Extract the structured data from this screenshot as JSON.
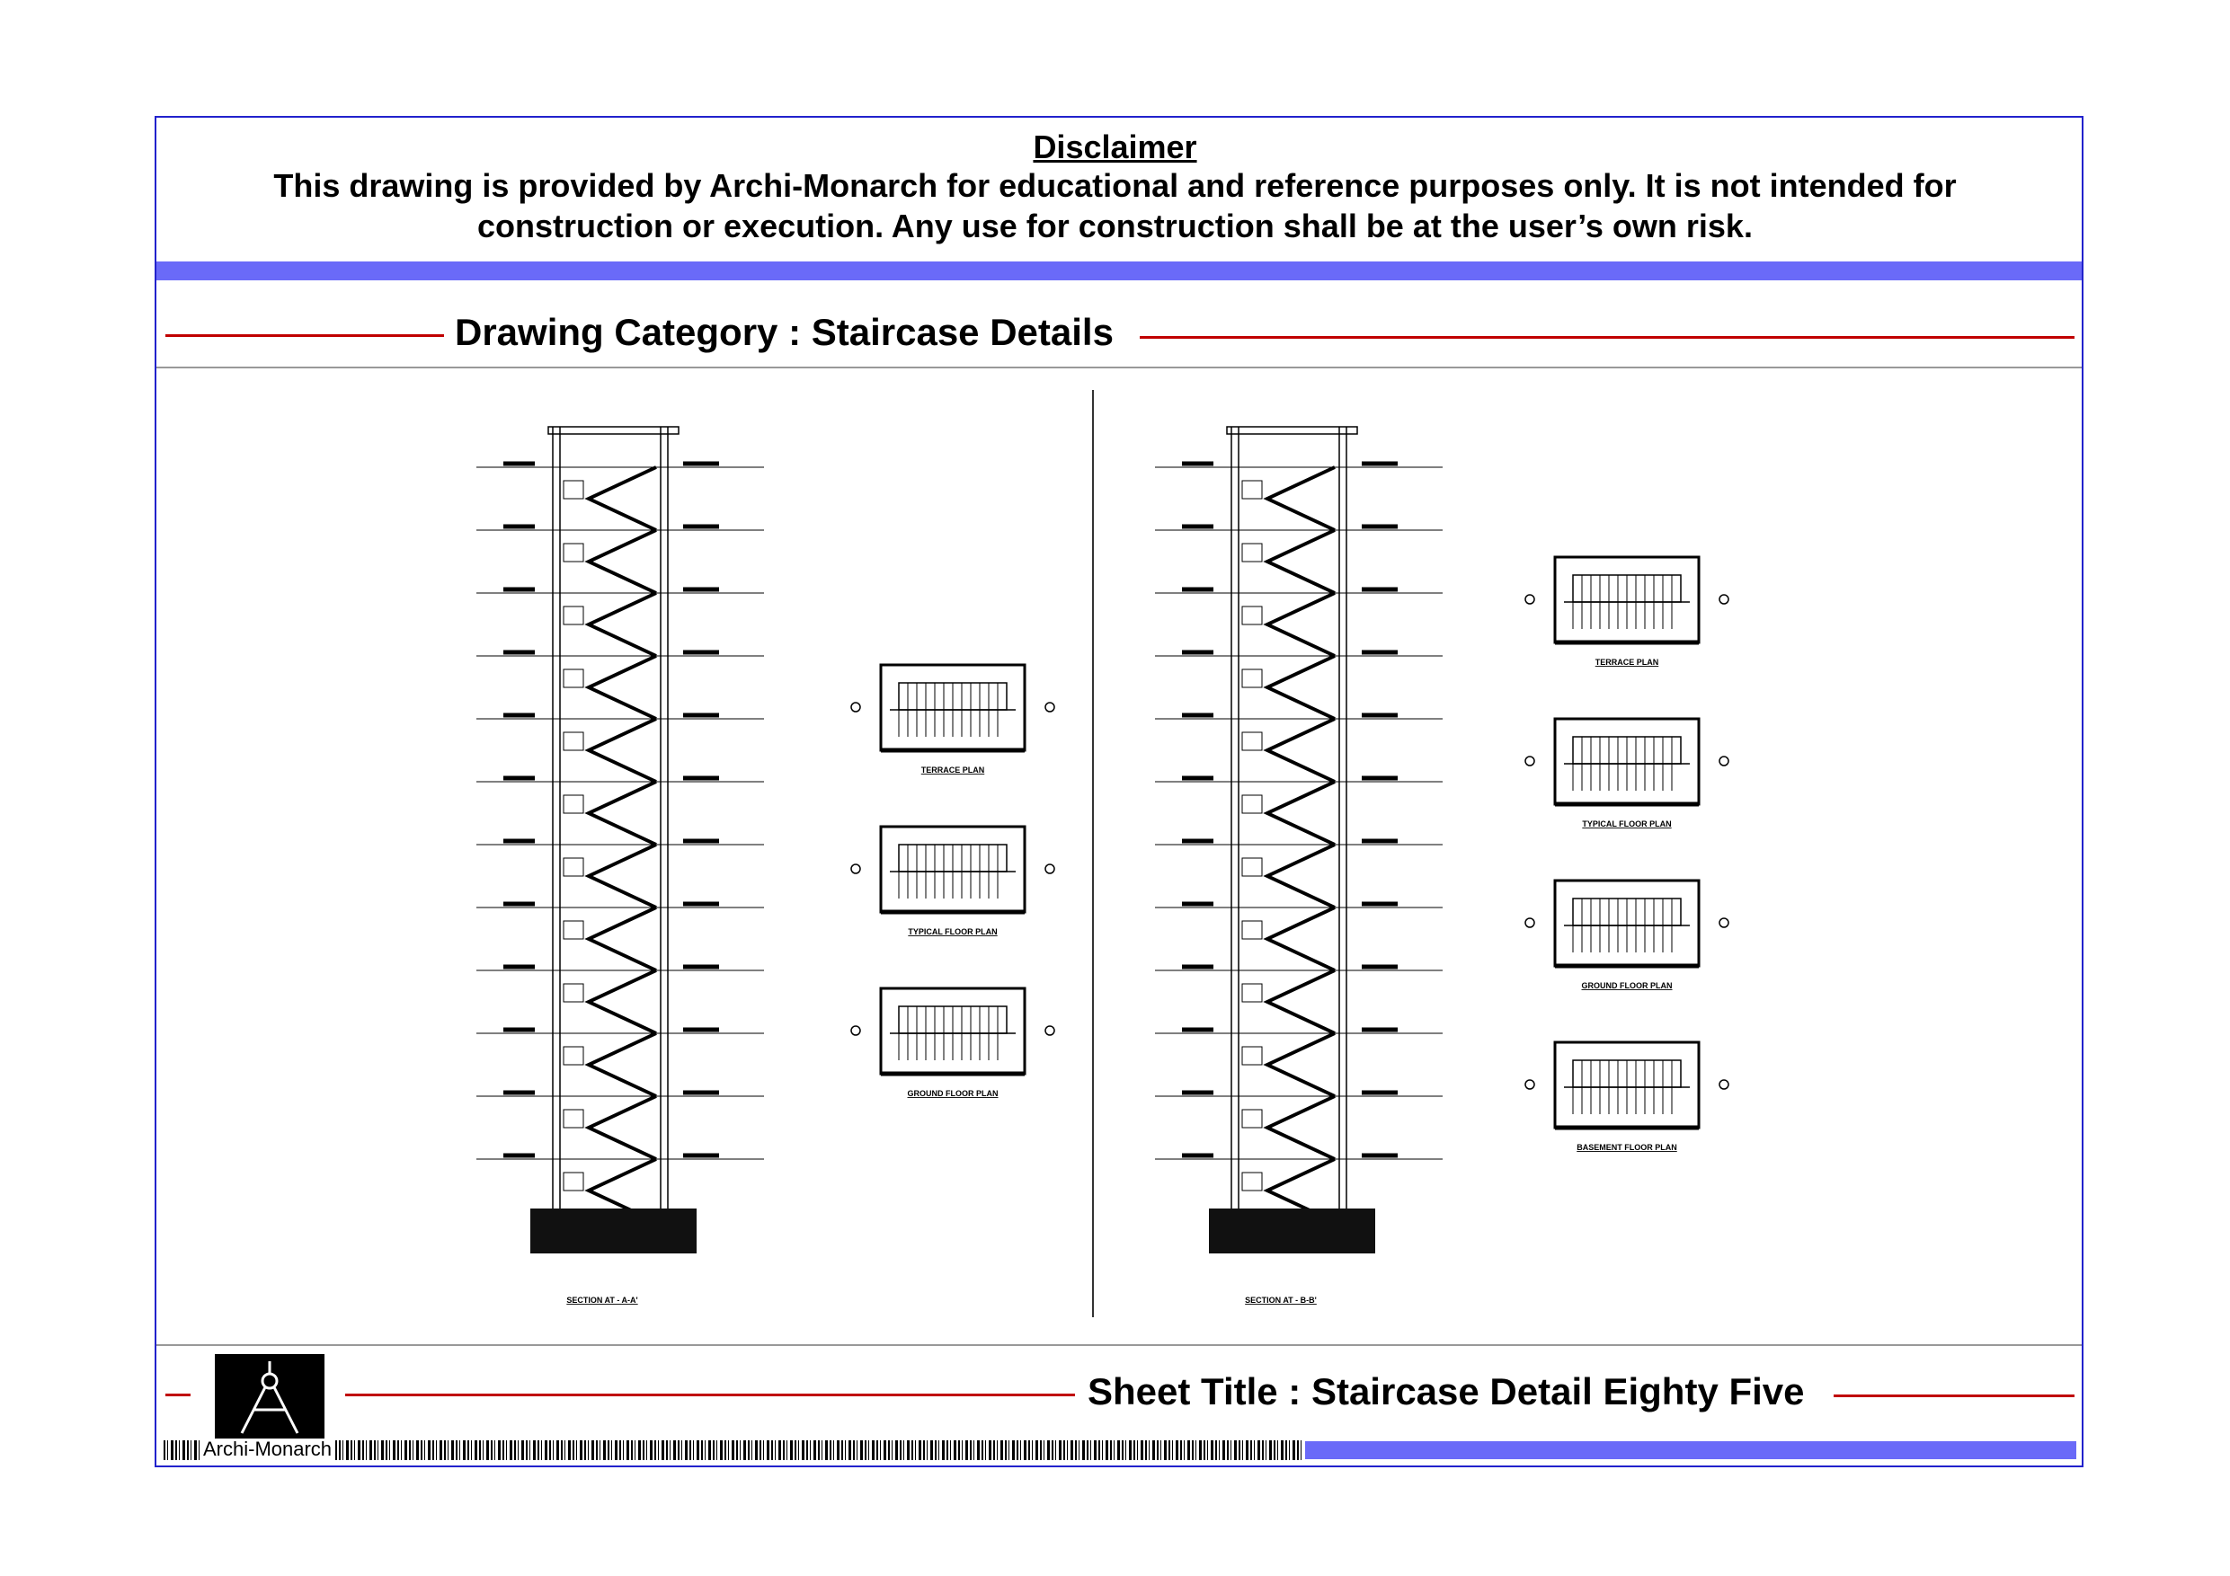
{
  "disclaimer": {
    "title": "Disclaimer",
    "text": "This drawing is provided by Archi-Monarch for educational and reference purposes only. It is not intended for construction or execution. Any use for construction shall be at the user’s own risk."
  },
  "category": "Drawing Category : Staircase Details",
  "sheet_title": "Sheet Title : Staircase Detail Eighty Five",
  "brand": "Archi-Monarch",
  "drawings": {
    "left_section": "SECTION AT - A-A'",
    "right_section": "SECTION AT - B-B'",
    "left_plans": [
      "TERRACE PLAN",
      "TYPICAL FLOOR PLAN",
      "GROUND FLOOR PLAN"
    ],
    "right_plans": [
      "TERRACE PLAN",
      "TYPICAL FLOOR PLAN",
      "GROUND FLOOR PLAN",
      "BASEMENT FLOOR PLAN"
    ]
  },
  "colors": {
    "frame": "#2222cc",
    "band": "#6a6af8",
    "rule": "#c00000"
  }
}
